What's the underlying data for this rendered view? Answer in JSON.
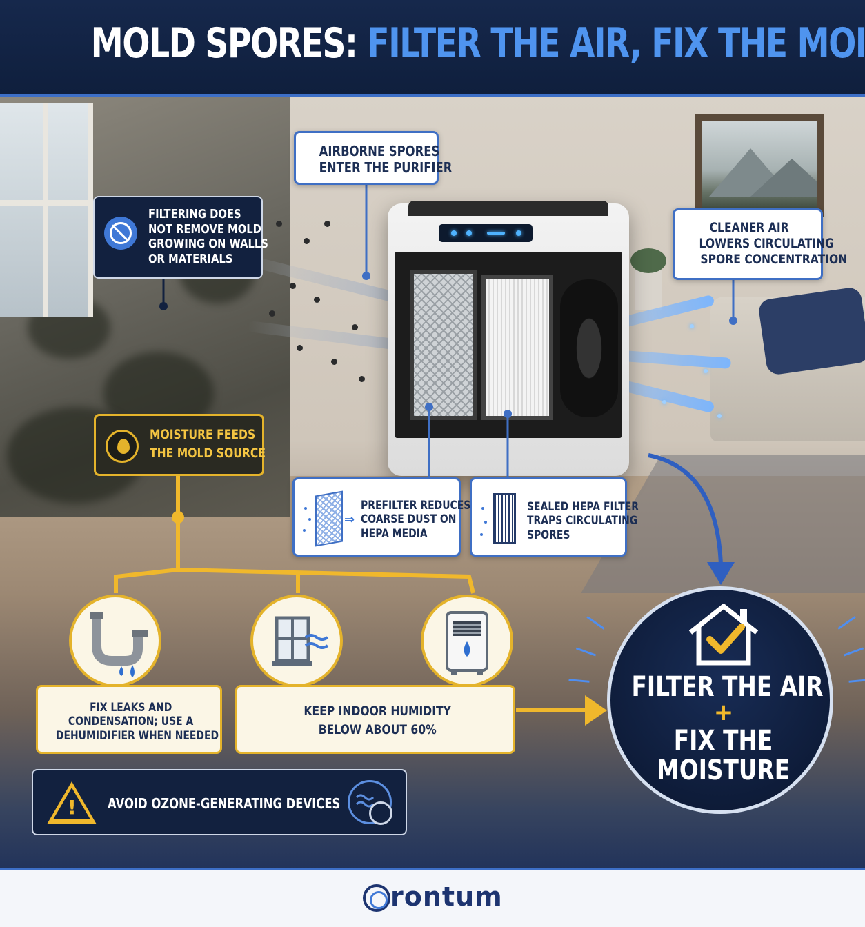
{
  "header": {
    "title_part1": "MOLD SPORES:",
    "title_part2": "FILTER THE AIR, FIX THE MOISTURE"
  },
  "callouts": {
    "airborne_line1": "AIRBORNE SPORES",
    "airborne_line2": "ENTER THE PURIFIER",
    "cleaner_line1": "CLEANER AIR",
    "cleaner_line2": "LOWERS CIRCULATING",
    "cleaner_line3": "SPORE CONCENTRATION",
    "filtering_line1": "FILTERING DOES",
    "filtering_line2": "NOT REMOVE MOLD",
    "filtering_line3": "GROWING ON WALLS",
    "filtering_line4": "OR MATERIALS",
    "moisture_line1": "MOISTURE FEEDS",
    "moisture_line2": "THE MOLD SOURCE",
    "prefilter_line1": "PREFILTER REDUCES",
    "prefilter_line2": "COARSE DUST ON",
    "prefilter_line3": "HEPA MEDIA",
    "hepa_line1": "SEALED HEPA FILTER",
    "hepa_line2": "TRAPS CIRCULATING",
    "hepa_line3": "SPORES"
  },
  "actions": {
    "leaks_line1": "FIX LEAKS AND",
    "leaks_line2": "CONDENSATION; USE A",
    "leaks_line3": "DEHUMIDIFIER WHEN NEEDED",
    "humidity_line1": "KEEP INDOOR HUMIDITY",
    "humidity_line2": "BELOW ABOUT 60%",
    "ozone": "AVOID OZONE-GENERATING DEVICES"
  },
  "badge": {
    "line1": "FILTER THE AIR",
    "plus": "+",
    "line2": "FIX THE",
    "line3": "MOISTURE"
  },
  "footer": {
    "brand": "rontum"
  },
  "icons": {
    "ban": "ban-icon",
    "water_drop": "water-drop-icon",
    "pipe": "pipe-leak-icon",
    "window": "window-airflow-icon",
    "dehumidifier": "dehumidifier-icon",
    "warning": "warning-icon",
    "no_ozone": "no-ozone-icon",
    "house_check": "house-check-icon"
  },
  "colors": {
    "navy": "#12213f",
    "accent_blue": "#4f94ef",
    "amber": "#f0b82c",
    "cream": "#fbf6e6"
  }
}
